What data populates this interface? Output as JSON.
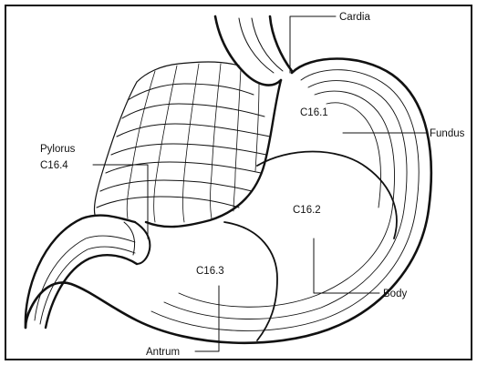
{
  "labels": {
    "cardia": "Cardia",
    "fundus": "Fundus",
    "pylorus": "Pylorus",
    "pylorus_code": "C16.4",
    "body": "Body",
    "antrum": "Antrum",
    "c161": "C16.1",
    "c162": "C16.2",
    "c163": "C16.3"
  },
  "colors": {
    "ink": "#111111",
    "background": "#ffffff"
  }
}
